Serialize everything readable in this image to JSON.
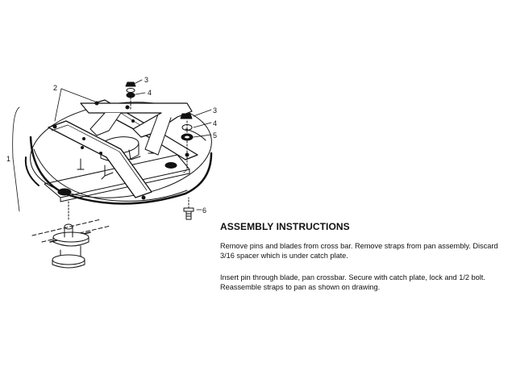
{
  "diagram": {
    "callouts": [
      "2",
      "3",
      "4",
      "3",
      "4",
      "5",
      "6",
      "1"
    ]
  },
  "instructions": {
    "title": "ASSEMBLY INSTRUCTIONS",
    "paragraphs": [
      "Remove pins and blades from cross bar. Remove straps from pan assembly. Discard 3/16 spacer which is under catch plate.",
      "Insert pin through blade, pan crossbar. Secure with catch plate, lock and 1/2 bolt. Reassemble straps to pan as shown on drawing."
    ]
  }
}
